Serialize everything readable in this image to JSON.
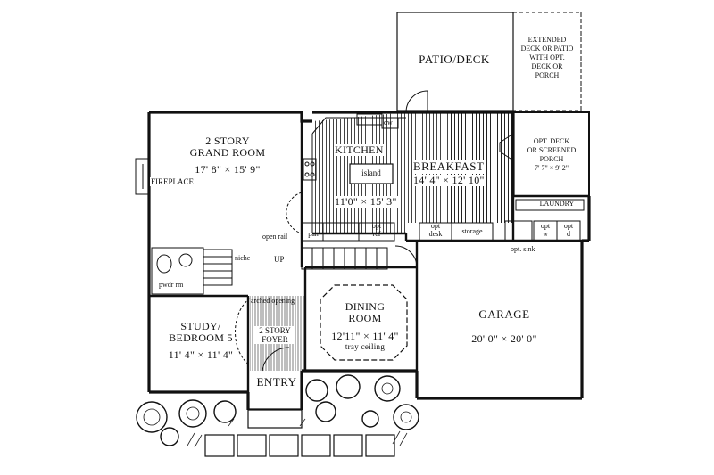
{
  "rooms": {
    "patio": {
      "name": "PATIO/DECK"
    },
    "extended_deck": {
      "line1": "EXTENDED",
      "line2": "DECK OR PATIO",
      "line3": "WITH OPT.",
      "line4": "DECK OR",
      "line5": "PORCH"
    },
    "grand_room": {
      "line1": "2 STORY",
      "line2": "GRAND ROOM",
      "dims": "17' 8\" × 15' 9\""
    },
    "kitchen": {
      "name": "KITCHEN",
      "dims": "11'0\" × 15' 3\""
    },
    "breakfast": {
      "name": "BREAKFAST",
      "dims": "14' 4\" × 12' 10\""
    },
    "screened_porch": {
      "line1": "OPT. DECK",
      "line2": "OR SCREENED",
      "line3": "PORCH",
      "dims": "7' 7\" × 9' 2\""
    },
    "dining": {
      "line1": "DINING",
      "line2": "ROOM",
      "dims": "12'11\" × 11' 4\"",
      "note": "tray ceiling"
    },
    "study": {
      "line1": "STUDY/",
      "line2": "BEDROOM 5",
      "dims": "11' 4\" × 11' 4\""
    },
    "foyer": {
      "line1": "2 STORY",
      "line2": "FOYER"
    },
    "garage": {
      "name": "GARAGE",
      "dims": "20' 0\" × 20' 0\""
    },
    "entry": {
      "name": "ENTRY"
    }
  },
  "labels": {
    "fireplace": "FIREPLACE",
    "island": "island",
    "dw": "dw",
    "laundry": "LAUNDRY",
    "open_rail": "open rail",
    "pan": "pan",
    "opt_ref_1": "opt",
    "opt_ref_2": "ref",
    "opt_desk_1": "opt",
    "opt_desk_2": "desk",
    "storage": "storage",
    "opt_w_1": "opt",
    "opt_w_2": "w",
    "opt_d_1": "opt",
    "opt_d_2": "d",
    "opt_sink": "opt. sink",
    "up": "UP",
    "niche": "niche",
    "pwdr_rm": "pwdr rm",
    "arched_opening": "arched opening"
  }
}
